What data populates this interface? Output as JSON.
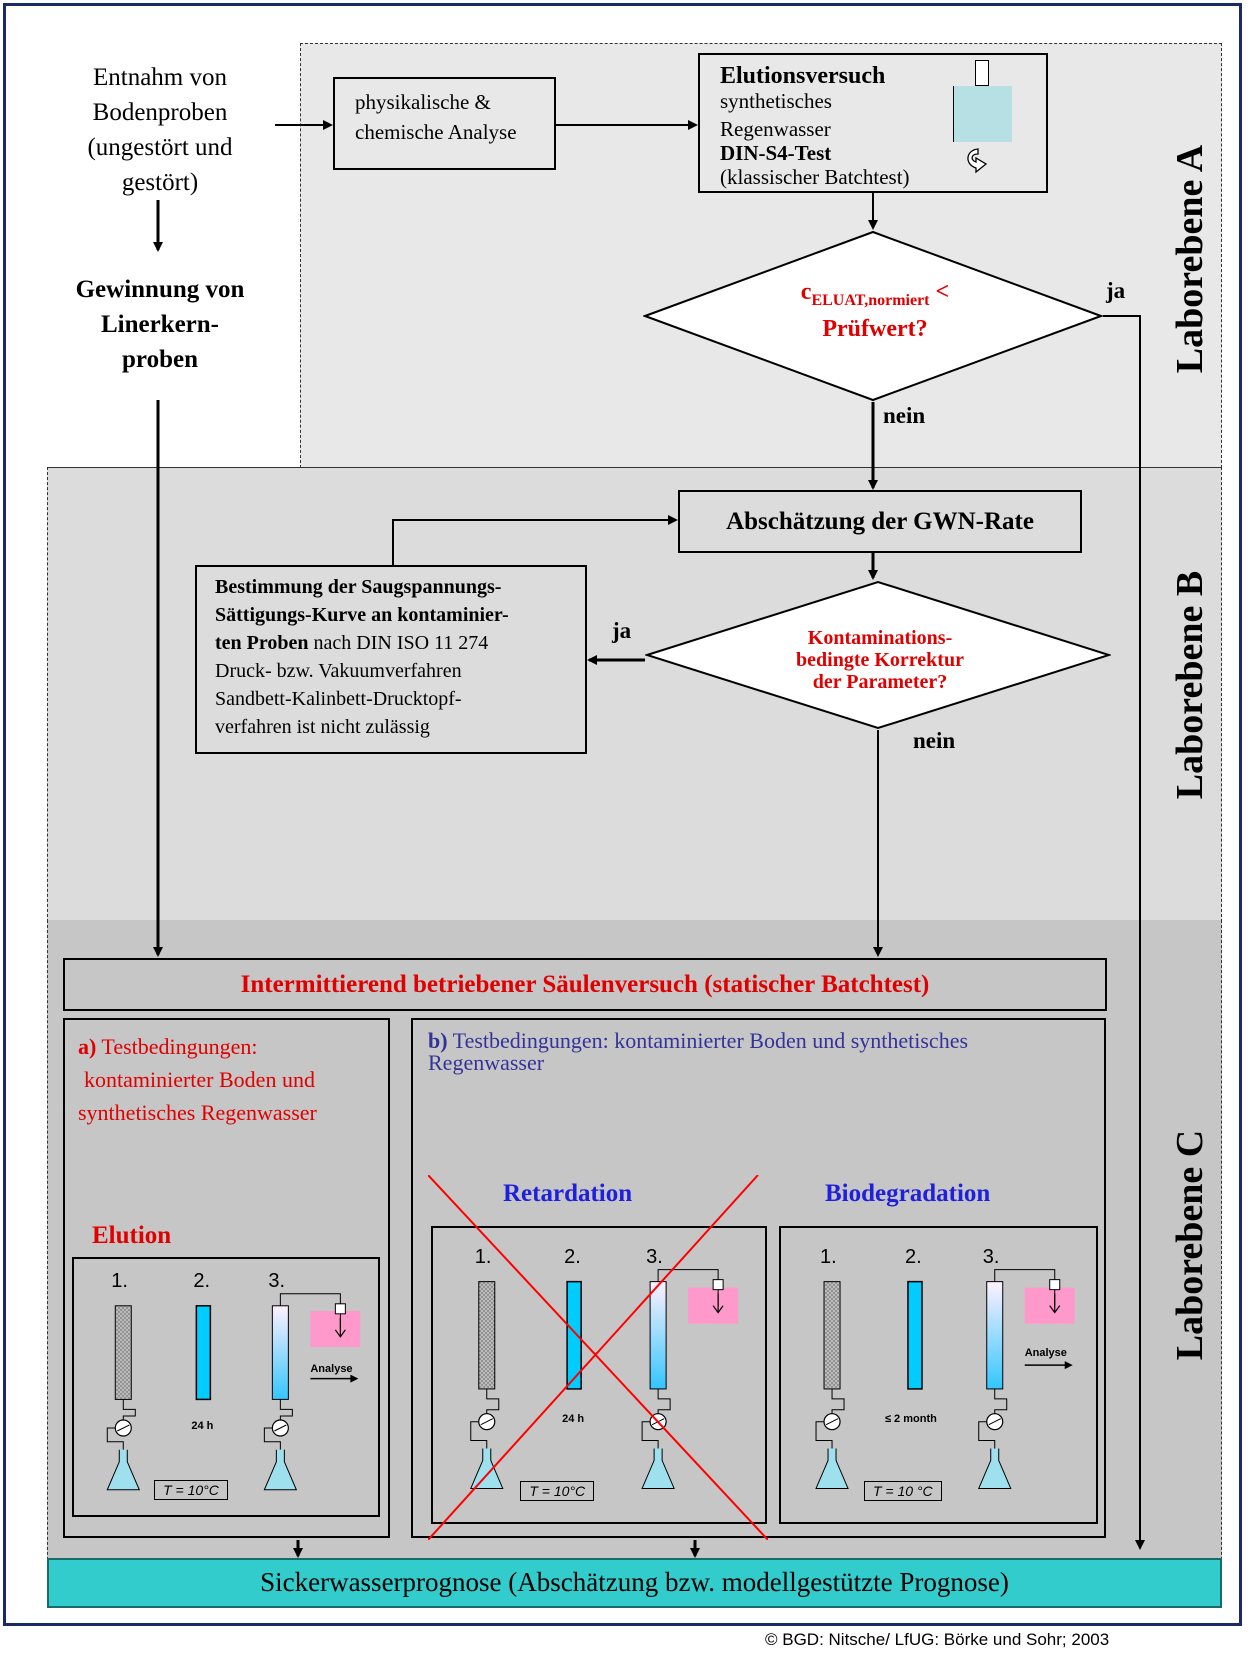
{
  "colors": {
    "frame": "#1a2a66",
    "red": "#e00000",
    "blue": "#1f1fdc",
    "navy": "#333399",
    "teal": "#33cccc",
    "zone_a": "#e8e8e8",
    "zone_b": "#dcdcdc",
    "zone_c": "#c6c6c6"
  },
  "left": {
    "sampling": [
      "Entnahm von",
      "Bodenproben",
      "(ungestört und",
      "gestört)"
    ],
    "liner": [
      "Gewinnung von",
      "Linerkern-",
      "proben"
    ]
  },
  "zone_a": {
    "label": "Laborebene  A",
    "analysis": [
      "physikalische &",
      "chemische Analyse"
    ],
    "elution_title": "Elutionsversuch",
    "elution_lines": [
      "synthetisches",
      "Regenwasser"
    ],
    "elution_din": "DIN-S4-Test",
    "elution_note": "(klassischer Batchtest)",
    "decision_c": "c",
    "decision_sub": "ELUAT,normiert",
    "decision_lt": " <",
    "decision_line2": "Prüfwert?",
    "yes": "ja",
    "no": "nein"
  },
  "zone_b": {
    "label": "Laborebene B",
    "gwn": "Abschätzung der GWN-Rate",
    "saug_bold": [
      "Bestimmung der Saugspannungs-",
      "Sättigungs-Kurve an kontaminier-"
    ],
    "saug_bold3": "ten Proben",
    "saug_rest3": " nach DIN ISO 11 274",
    "saug_lines": [
      "Druck- bzw. Vakuumverfahren",
      "Sandbett-Kalinbett-Drucktopf-",
      "verfahren ist nicht zulässig"
    ],
    "decision": [
      "Kontaminations-",
      "bedingte Korrektur",
      "der Parameter?"
    ],
    "yes": "ja",
    "no": "nein"
  },
  "zone_c": {
    "label": "Laborebene C",
    "column_title": "Intermittierend betriebener Säulenversuch (statischer Batchtest)",
    "a_prefix": "a)",
    "a_lines": [
      " Testbedingungen:",
      "kontaminierter Boden und",
      "synthetisches Regenwasser"
    ],
    "b_prefix": "b)",
    "b_line1": " Testbedingungen:  kontaminierter Boden und synthetisches",
    "b_line2": "Regenwasser",
    "elution": "Elution",
    "retardation": "Retardation",
    "biodegradation": "Biodegradation",
    "panels": [
      {
        "steps": [
          "1.",
          "2.",
          "3."
        ],
        "duration": "24 h",
        "temp": "T = 10°C",
        "analyse": "Analyse"
      },
      {
        "steps": [
          "1.",
          "2.",
          "3."
        ],
        "duration": "24 h",
        "temp": "T = 10°C",
        "analyse": ""
      },
      {
        "steps": [
          "1.",
          "2.",
          "3."
        ],
        "duration": "≤ 2 month",
        "temp": "T = 10 °C",
        "analyse": "Analyse"
      }
    ]
  },
  "footer": {
    "prognose": "Sickerwasserprognose (Abschätzung bzw. modellgestützte Prognose)",
    "copyright": "©  BGD: Nitsche/ LfUG: Börke und Sohr; 2003"
  }
}
